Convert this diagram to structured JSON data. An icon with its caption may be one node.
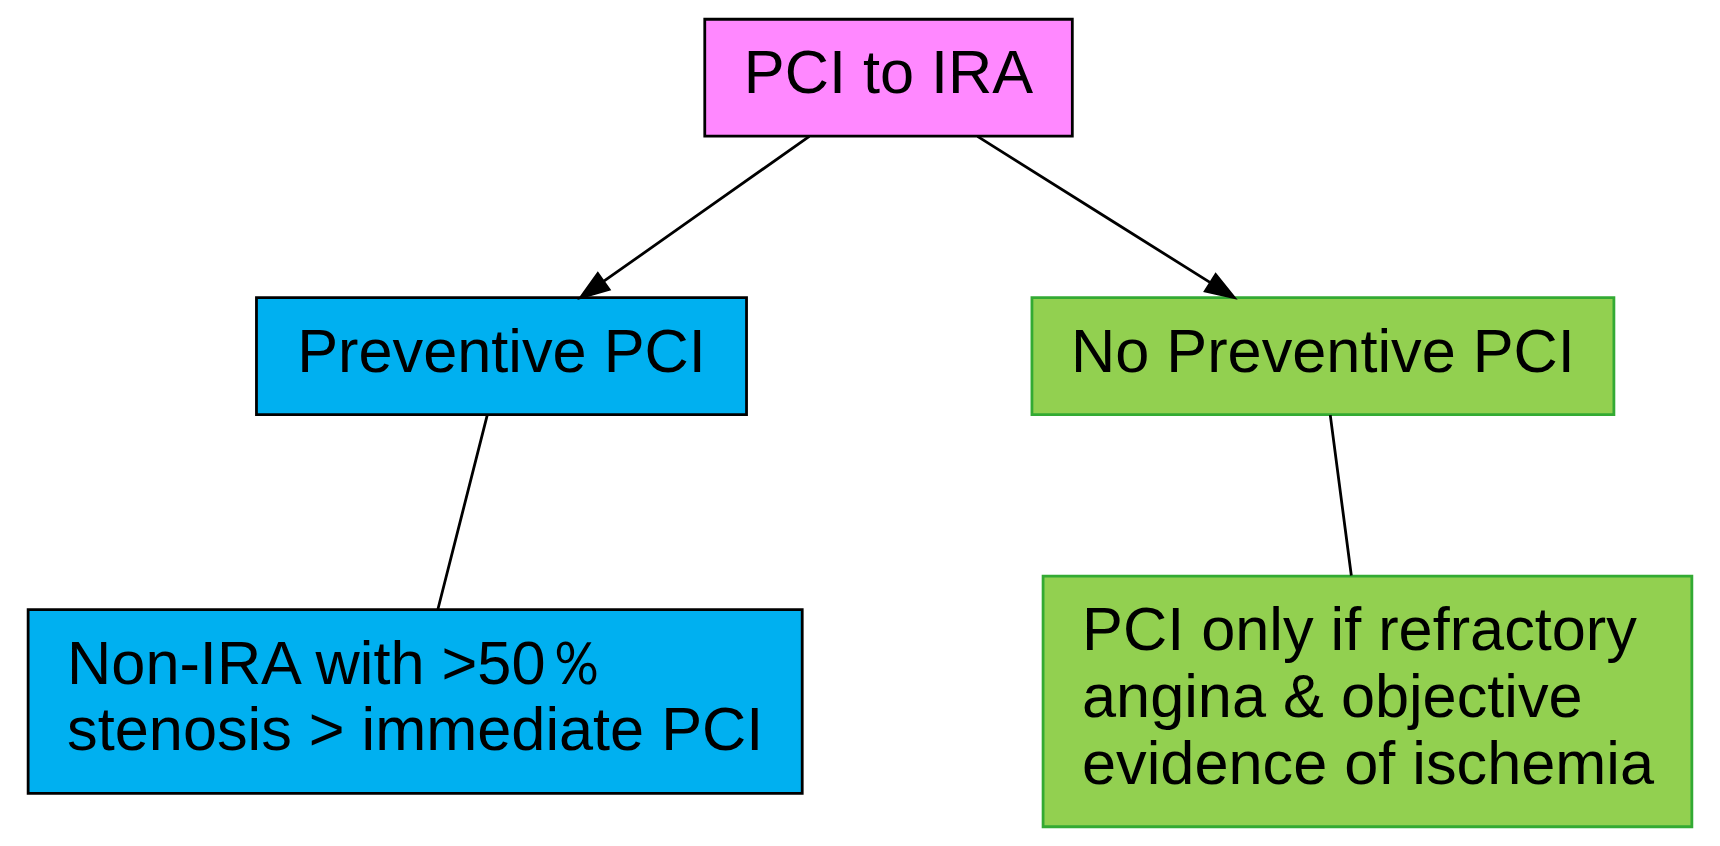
{
  "diagram": {
    "nodes": [
      {
        "text": [
          "PCI to IRA"
        ]
      },
      {
        "text": [
          "Preventive PCI"
        ]
      },
      {
        "text": [
          "No Preventive PCI"
        ]
      },
      {
        "text": [
          "Non-IRA with >50％ stenosis > immediate PCI"
        ]
      },
      {
        "text": [
          "PCI only if refractory angina & objective evidence of ischemia"
        ]
      }
    ],
    "edges": [
      {
        "from": 0,
        "to": 1,
        "arrow": "to"
      },
      {
        "from": 0,
        "to": 2,
        "arrow": "to"
      },
      {
        "from": 1,
        "to": 3,
        "arrow": "none"
      },
      {
        "from": 2,
        "to": 4,
        "arrow": "none"
      }
    ]
  }
}
